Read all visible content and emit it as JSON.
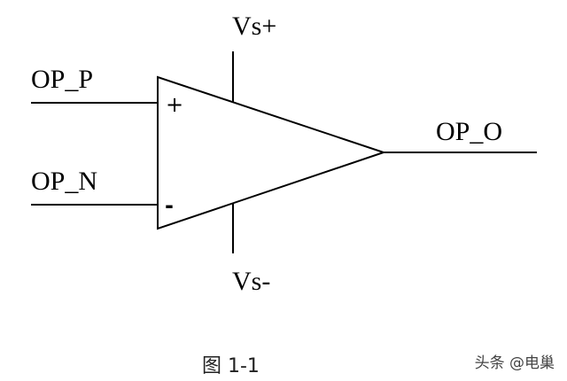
{
  "diagram": {
    "labels": {
      "vs_plus": "Vs+",
      "vs_minus": "Vs-",
      "op_p": "OP_P",
      "op_n": "OP_N",
      "op_o": "OP_O",
      "plus_sign": "+",
      "minus_sign": "-"
    },
    "caption": "图 1-1",
    "watermark": "头条 @电巢"
  },
  "colors": {
    "stroke": "#000000",
    "background": "#ffffff"
  }
}
